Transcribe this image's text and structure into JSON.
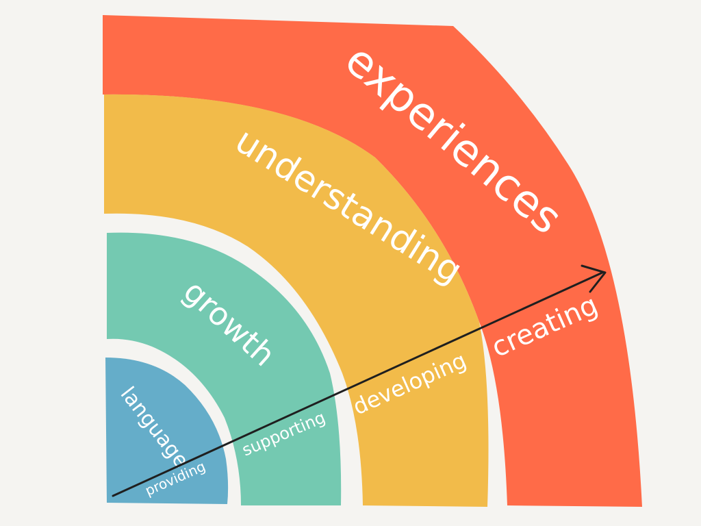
{
  "colors": {
    "background": "#f5f4f1",
    "experiences": "#ff6b48",
    "understanding": "#f2bb4a",
    "growth": "#74c9b1",
    "language": "#65adc9",
    "arrow": "#1f1f1f",
    "text": "#ffffff"
  },
  "bands": [
    {
      "id": "language",
      "label": "language",
      "stage": "providing"
    },
    {
      "id": "growth",
      "label": "growth",
      "stage": "supporting"
    },
    {
      "id": "understanding",
      "label": "understanding",
      "stage": "developing"
    },
    {
      "id": "experiences",
      "label": "experiences",
      "stage": "creating"
    }
  ],
  "icons": {
    "arrowhead": "arrowhead-icon"
  }
}
